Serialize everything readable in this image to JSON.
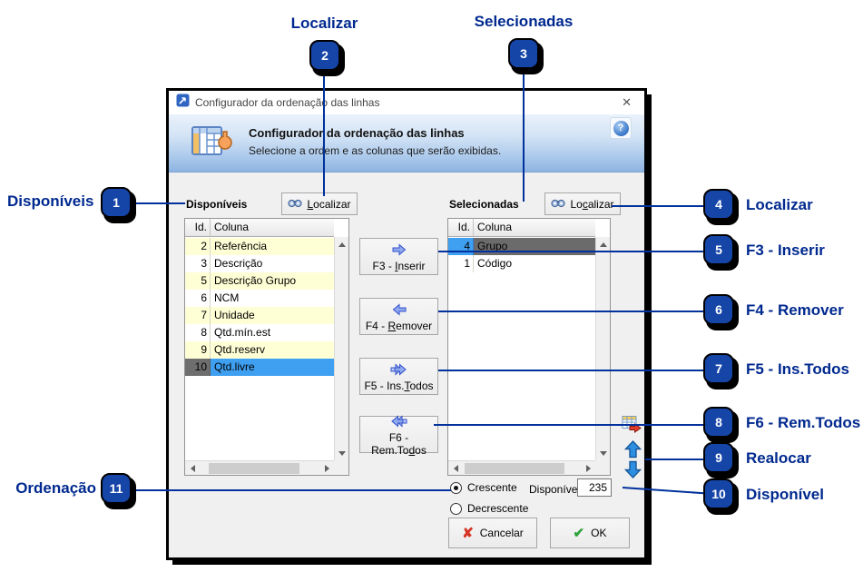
{
  "colors": {
    "annotation_navy": "#00298F",
    "badge_blue": "#1645A8",
    "selection_blue": "#3FA0F2",
    "selection_gray": "#6B6B6B",
    "zebra_yellow": "#FFFFD6",
    "header_gradient_top": "#EAF2FB",
    "header_gradient_bottom": "#8DB4E2"
  },
  "callouts": {
    "c1": {
      "num": "1",
      "label": "Disponíveis"
    },
    "c2": {
      "num": "2",
      "label": "Localizar"
    },
    "c3": {
      "num": "3",
      "label": "Selecionadas"
    },
    "c4": {
      "num": "4",
      "label": "Localizar"
    },
    "c5": {
      "num": "5",
      "label": "F3 - Inserir"
    },
    "c6": {
      "num": "6",
      "label": "F4 - Remover"
    },
    "c7": {
      "num": "7",
      "label": "F5 - Ins.Todos"
    },
    "c8": {
      "num": "8",
      "label": "F6 - Rem.Todos"
    },
    "c9": {
      "num": "9",
      "label": "Realocar"
    },
    "c10": {
      "num": "10",
      "label": "Disponível"
    },
    "c11": {
      "num": "11",
      "label": "Ordenação"
    }
  },
  "dialog": {
    "window_title": "Configurador da ordenação das linhas",
    "close_glyph": "✕",
    "help_glyph": "?",
    "header": {
      "title": "Configurador da ordenação das linhas",
      "subtitle": "Selecione a ordem e as colunas que serão exibidas."
    },
    "available": {
      "label": "Disponíveis",
      "find": {
        "pre": "",
        "key": "L",
        "post": "ocalizar"
      },
      "col_id": "Id.",
      "col_name": "Coluna",
      "rows": [
        {
          "id": "2",
          "name": "Referência"
        },
        {
          "id": "3",
          "name": "Descrição"
        },
        {
          "id": "5",
          "name": "Descrição Grupo"
        },
        {
          "id": "6",
          "name": "NCM"
        },
        {
          "id": "7",
          "name": "Unidade"
        },
        {
          "id": "8",
          "name": "Qtd.mín.est"
        },
        {
          "id": "9",
          "name": "Qtd.reserv"
        },
        {
          "id": "10",
          "name": "Qtd.livre"
        }
      ],
      "selected_row": "10"
    },
    "selected": {
      "label": "Selecionadas",
      "find": {
        "pre": "Lo",
        "key": "c",
        "post": "alizar"
      },
      "col_id": "Id.",
      "col_name": "Coluna",
      "rows": [
        {
          "id": "4",
          "name": "Grupo"
        },
        {
          "id": "1",
          "name": "Código"
        }
      ],
      "selected_row": "4"
    },
    "transfer": {
      "f3": {
        "pre": "F3 - ",
        "key": "I",
        "post": "nserir"
      },
      "f4": {
        "pre": "F4 - ",
        "key": "R",
        "post": "emover"
      },
      "f5": {
        "pre": "F5 - Ins.",
        "key": "T",
        "post": "odos"
      },
      "f6": {
        "pre": "F6 - Rem.To",
        "key": "d",
        "post": "os"
      }
    },
    "sort": {
      "asc": "Crescente",
      "desc": "Decrescente",
      "selected": "Crescente"
    },
    "count": {
      "label": "Disponível",
      "value": "235"
    },
    "footer": {
      "cancel": "Cancelar",
      "cancel_icon": "✘",
      "ok": "OK",
      "ok_icon": "✔"
    }
  }
}
